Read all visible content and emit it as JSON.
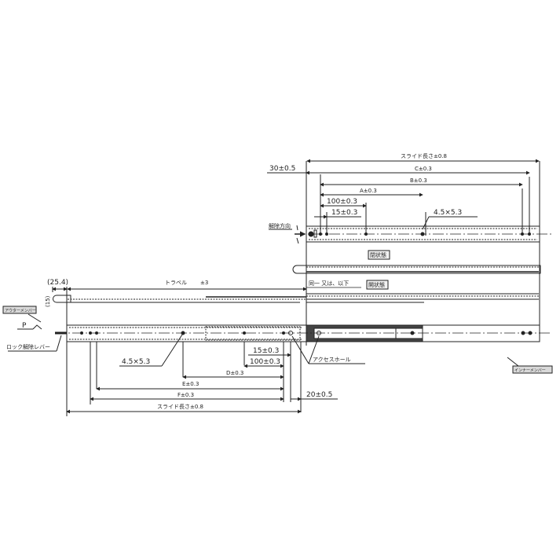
{
  "drawing": {
    "type": "slide rail technical drawing",
    "top_view": {
      "dimensions": {
        "slide_length": "スライド長さ±0.8",
        "offset": "30±0.5",
        "c": "C±0.3",
        "b": "B±0.3",
        "a": "A±0.3",
        "d100": "100±0.3",
        "d15": "15±0.3",
        "slot": "4.5×5.3"
      },
      "release_direction": "解除方向",
      "closed_state": "閉状態",
      "open_state": "開状態",
      "same_or_below": "同一 又は、以下"
    },
    "side_view": {
      "travel": "トラベル",
      "travel_tol": "±3",
      "dim_25_4": "(25.4)",
      "dim_15": "(15)",
      "outer_member_label": "アウターメンバー",
      "lock_release_lever": "ロック解除レバー",
      "p_label": "P",
      "access_hole": "アクセスホール",
      "inner_member_label": "インナーメンバー",
      "dimensions": {
        "slot": "4.5×5.3",
        "d15": "15±0.3",
        "d100": "100±0.3",
        "d": "D±0.3",
        "e": "E±0.3",
        "f": "F±0.3",
        "d20": "20±0.5",
        "slide_length": "スライド長さ±0.8"
      }
    }
  },
  "colors": {
    "line": "#222222",
    "background": "#ffffff",
    "label_box": "#d9d9d9"
  }
}
